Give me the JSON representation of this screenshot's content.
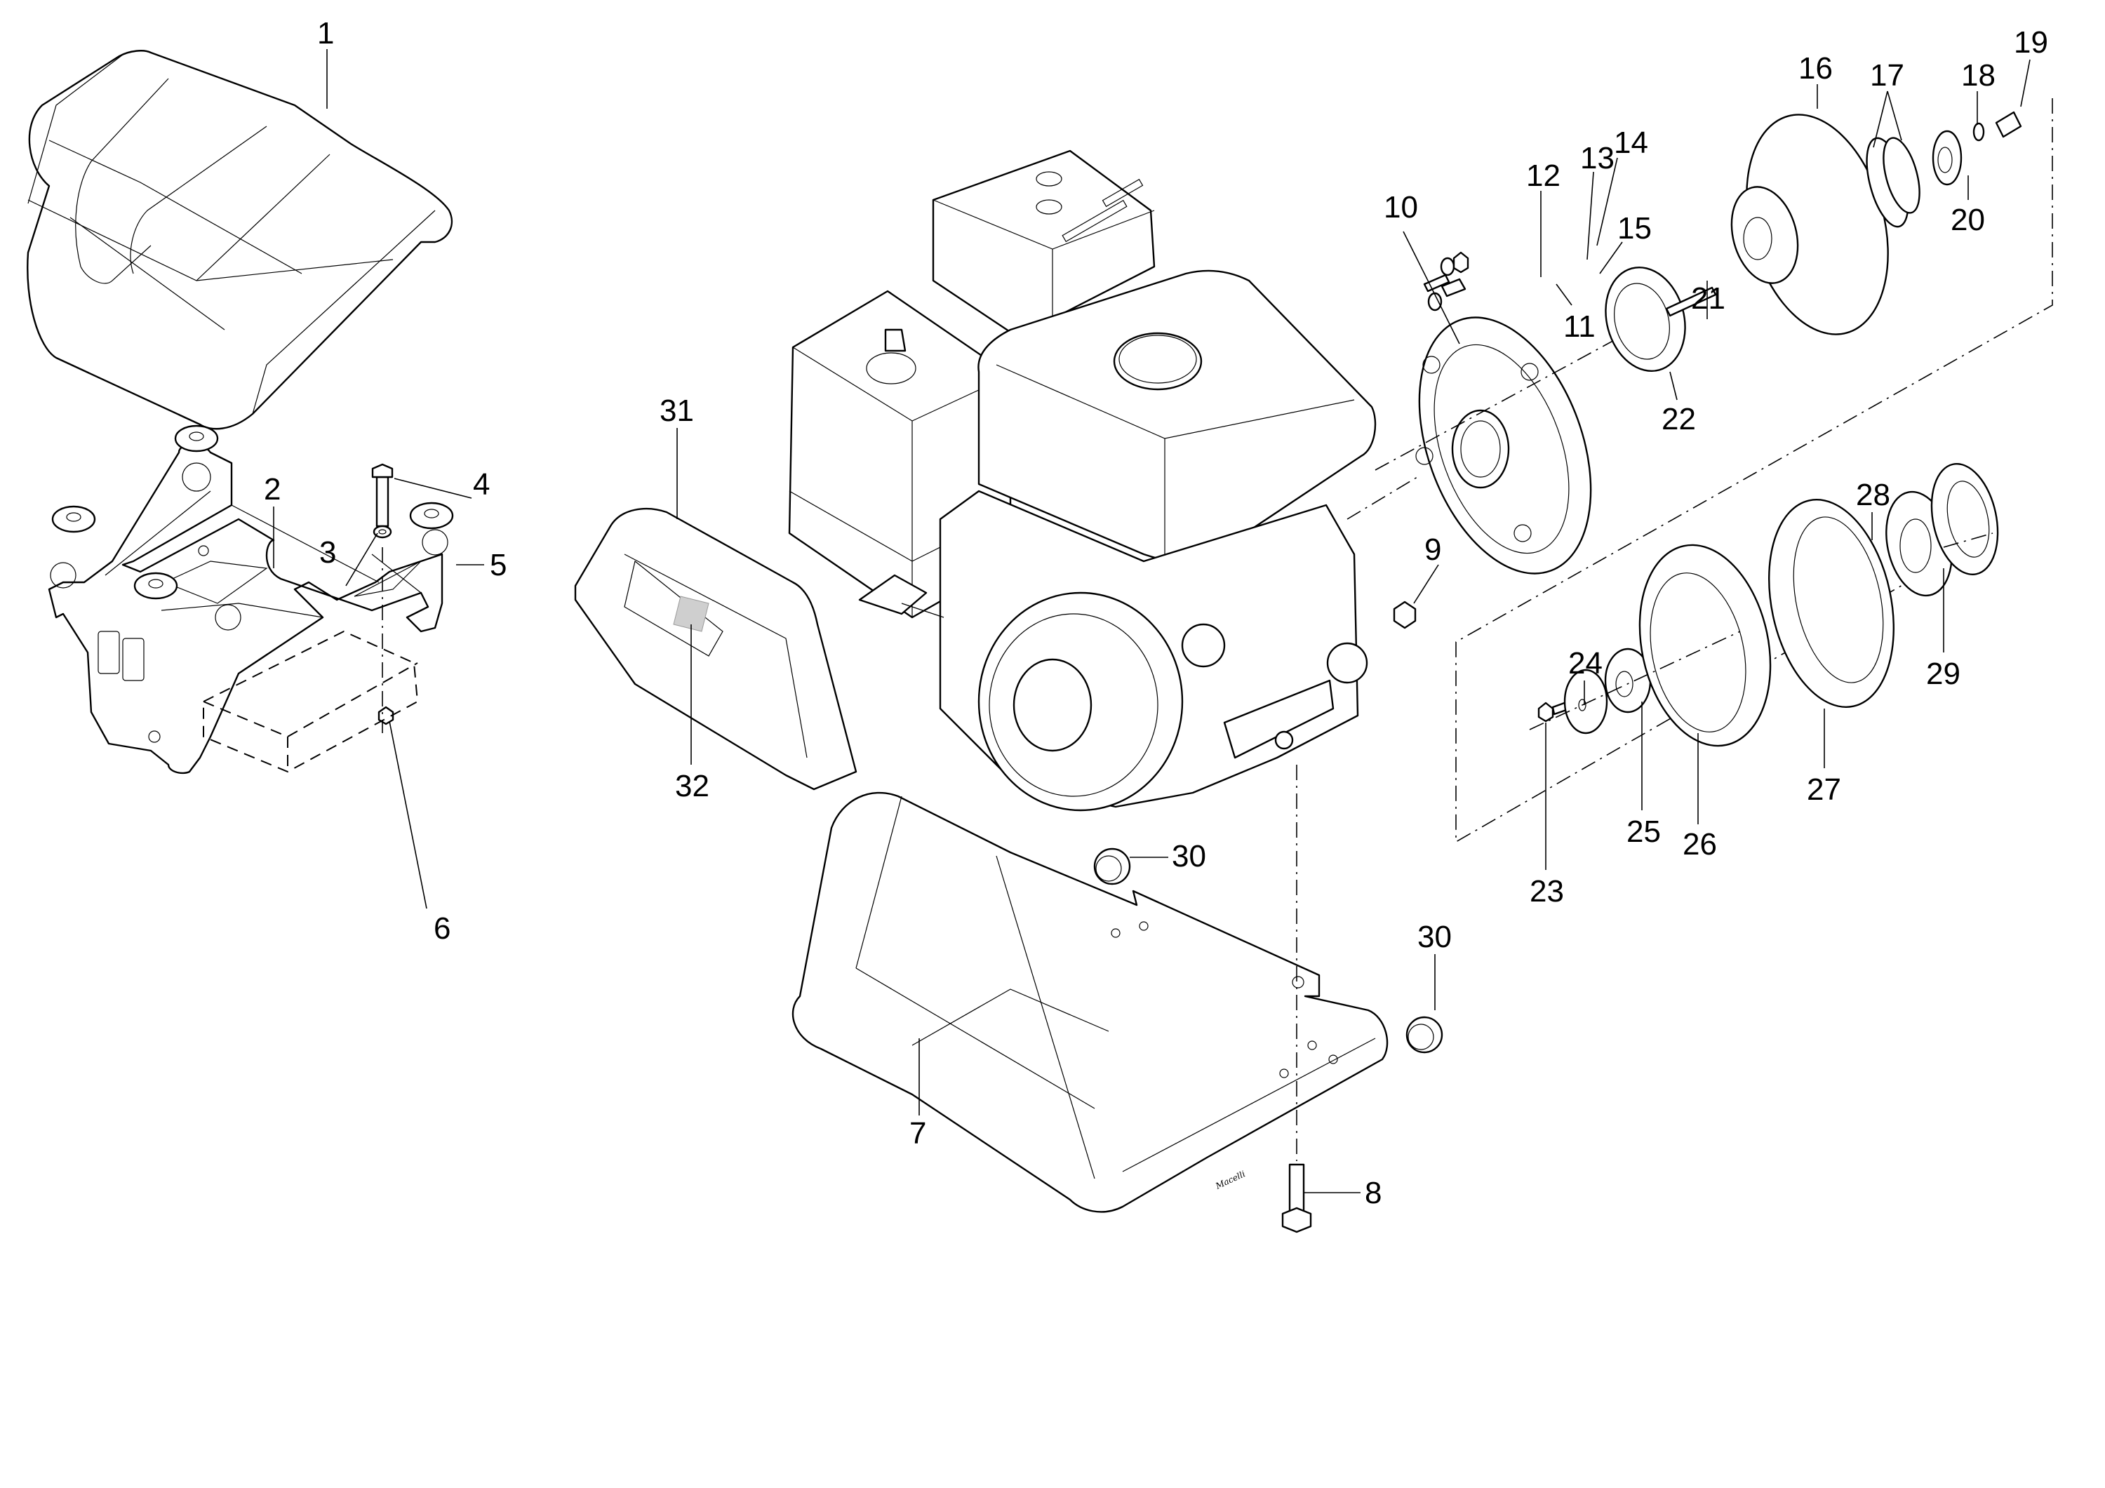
{
  "diagram": {
    "type": "exploded-parts-view",
    "callouts": [
      {
        "id": "c1",
        "label": "1"
      },
      {
        "id": "c2",
        "label": "2"
      },
      {
        "id": "c3",
        "label": "3"
      },
      {
        "id": "c4",
        "label": "4"
      },
      {
        "id": "c5",
        "label": "5"
      },
      {
        "id": "c6",
        "label": "6"
      },
      {
        "id": "c7",
        "label": "7"
      },
      {
        "id": "c8",
        "label": "8"
      },
      {
        "id": "c9",
        "label": "9"
      },
      {
        "id": "c10",
        "label": "10"
      },
      {
        "id": "c11",
        "label": "11"
      },
      {
        "id": "c12",
        "label": "12"
      },
      {
        "id": "c13",
        "label": "13"
      },
      {
        "id": "c14",
        "label": "14"
      },
      {
        "id": "c15",
        "label": "15"
      },
      {
        "id": "c16",
        "label": "16"
      },
      {
        "id": "c17",
        "label": "17"
      },
      {
        "id": "c18",
        "label": "18"
      },
      {
        "id": "c19",
        "label": "19"
      },
      {
        "id": "c20",
        "label": "20"
      },
      {
        "id": "c21",
        "label": "21"
      },
      {
        "id": "c22",
        "label": "22"
      },
      {
        "id": "c23",
        "label": "23"
      },
      {
        "id": "c24",
        "label": "24"
      },
      {
        "id": "c25",
        "label": "25"
      },
      {
        "id": "c26",
        "label": "26"
      },
      {
        "id": "c27",
        "label": "27"
      },
      {
        "id": "c28",
        "label": "28"
      },
      {
        "id": "c29",
        "label": "29"
      },
      {
        "id": "c30a",
        "label": "30"
      },
      {
        "id": "c30b",
        "label": "30"
      },
      {
        "id": "c31",
        "label": "31"
      },
      {
        "id": "c32",
        "label": "32"
      }
    ],
    "signature": "Macelli",
    "colors": {
      "line": "#000000",
      "background": "#ffffff",
      "label_patch": "#cfcfcf"
    }
  }
}
